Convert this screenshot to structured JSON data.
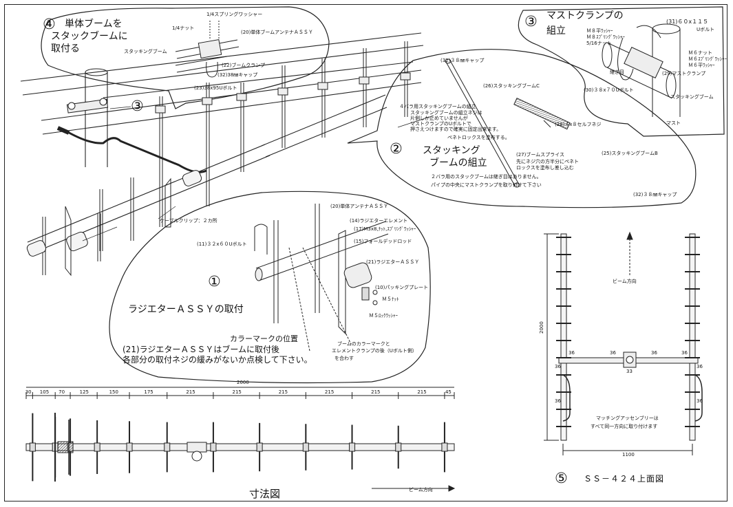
{
  "callout4": {
    "num": "④",
    "title_l1": "単体ブームを",
    "title_l2": "スタックブームに",
    "title_l3": "取付る",
    "spring_washer": "1/4スプリングワッシャー",
    "nut": "1/4ナット",
    "single_boom": "(20)単体ブームアンテナＡＳＳＹ",
    "stacking_boom": "スタッキングブーム",
    "boom_clamp": "(22)ブームクランプ",
    "cap": "(32)38㎜キャップ",
    "ubolt": "(23)38x95Uボルト"
  },
  "callout3_marker": "③",
  "callout3": {
    "num": "③",
    "title_l1": "マストクランプの",
    "title_l2": "組立",
    "ubolt_top": "(31)６０x１１５",
    "ubolt_top2": "Uボルト",
    "m8_flat": "Ｍ８平ﾜｯｼｬｰ",
    "m8_lock": "Ｍ８ｽﾌﾟﾘﾝｸﾞﾜｯｼｬｰ",
    "nut516": "5/16ナット",
    "m6_nut": "Ｍ６ナット",
    "m6_lock": "Ｍ６ｽﾌﾟﾘﾝｸﾞﾜｯｼｬｰ",
    "m6_flat": "Ｍ６平ﾜｯｼｬｰ",
    "seam": "継ぎ目",
    "mast_clamp": "(29)マストクランプ",
    "ubolt_bottom": "(30)３８x７０Uボルト",
    "stacking_boom": "スタッキングブーム",
    "mast": "マスト"
  },
  "callout2": {
    "num": "②",
    "title_l1": "スタッキング",
    "title_l2": "ブームの組立",
    "cap_top": "(32)３８㎜キャップ",
    "boom_c": "(26)スタッキングブームC",
    "note1": "４バラ用スタッキングブームの組立",
    "note2": "スタッキングブームの組立ネジは",
    "note3": "片側しか止めていませんが",
    "note4": "マストクランプのUボルトで",
    "note5": "押さえつけますので確実に固定出来ます。",
    "screw": "(28)４x８セルフネジ",
    "paste": "ペネトロックスを塗布する。",
    "splice": "(27)ブームスプライス",
    "splice_note1": "先にネジ穴の方半分にペネト",
    "splice_note2": "ロックスを塗布し差し込む",
    "boom_b": "(25)スタッキングブームB",
    "note6": "２バラ用のスタックブームは継ぎ目はありません。",
    "note7": "パイプの中央にマストクランプを取り付けて下さい",
    "cap_bottom": "(32)３８㎜キャップ"
  },
  "cable_clip": "ケーブルクリップ：２カ所",
  "callout1": {
    "num": "①",
    "title": "ラジエターＡＳＳＹの取付",
    "single_boom": "(20)単体アンテナＡＳＳＹ",
    "radiator_element": "(14)ラジエターエレメント",
    "m3_screw": "(17)M3x8,ﾅｯﾄ,ｽﾌﾟﾘﾝｸﾞﾜｯｼｬｰ",
    "folded_rod": "(15)フォールデッドロッド",
    "ubolt": "(11)３２x６０Uボルト",
    "radiator_assy": "(21)ラジエターＡＳＳＹ",
    "packing": "(10)パッキングプレート",
    "m5_nut": "Ｍ５ﾅｯﾄ",
    "m5_lock": "Ｍ５ﾛｯｸﾜｯｼｬｰ",
    "color_mark": "カラーマークの位置",
    "align1": "ブームのカラーマークと",
    "align2": "エレメントクランプの後（Uボルト側）",
    "align3": "を合わす",
    "note1": "(21)ラジエターＡＳＳＹはブームに取付後",
    "note2": "各部分の取付ネジの緩みがないか点検して下さい。"
  },
  "dimension_view": {
    "title": "寸法図",
    "total": "2000",
    "spacings": [
      "30",
      "105",
      "70",
      "125",
      "150",
      "175",
      "215",
      "215",
      "215",
      "215",
      "215",
      "215",
      "45"
    ],
    "beam_dir": "ビーム方向"
  },
  "top_view": {
    "num": "⑤",
    "title": "ＳＳ－４２４上面図",
    "beam_dir": "ビーム方向",
    "height": "2000",
    "width": "1100",
    "d36": "36",
    "d33": "33",
    "matching_l1": "マッチングアッセンブリーは",
    "matching_l2": "すべて同一方向に取り付けます"
  }
}
